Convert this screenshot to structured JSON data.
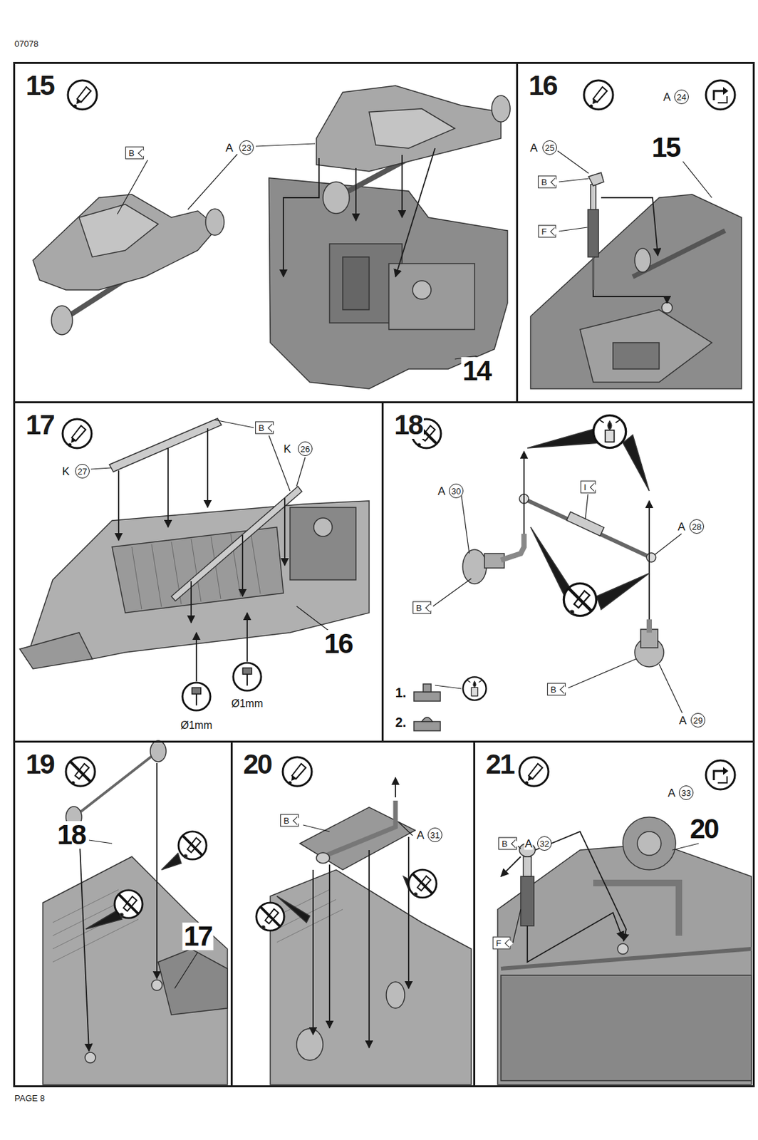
{
  "diagram": {
    "nodes": [
      {
        "text": [
          "15"
        ]
      },
      {
        "text": [
          "16"
        ]
      },
      {
        "text": [
          "17"
        ]
      },
      {
        "text": [
          "18"
        ]
      },
      {
        "text": [
          "19"
        ]
      },
      {
        "text": [
          "20"
        ]
      },
      {
        "text": [
          "21"
        ]
      }
    ],
    "labels": [
      "07078",
      "B",
      "A",
      "23",
      "14",
      "A",
      "24",
      "A",
      "25",
      "B",
      "F",
      "15",
      "B",
      "K",
      "26",
      "K",
      "27",
      "16",
      "Ø1mm",
      "Ø1mm",
      "A",
      "30",
      "I",
      "A",
      "28",
      "B",
      "B",
      "A",
      "29",
      "1.",
      "2.",
      "18",
      "17",
      "B",
      "A",
      "31",
      "A",
      "33",
      "B",
      "A",
      "32",
      "F",
      "20",
      "PAGE 8"
    ]
  }
}
